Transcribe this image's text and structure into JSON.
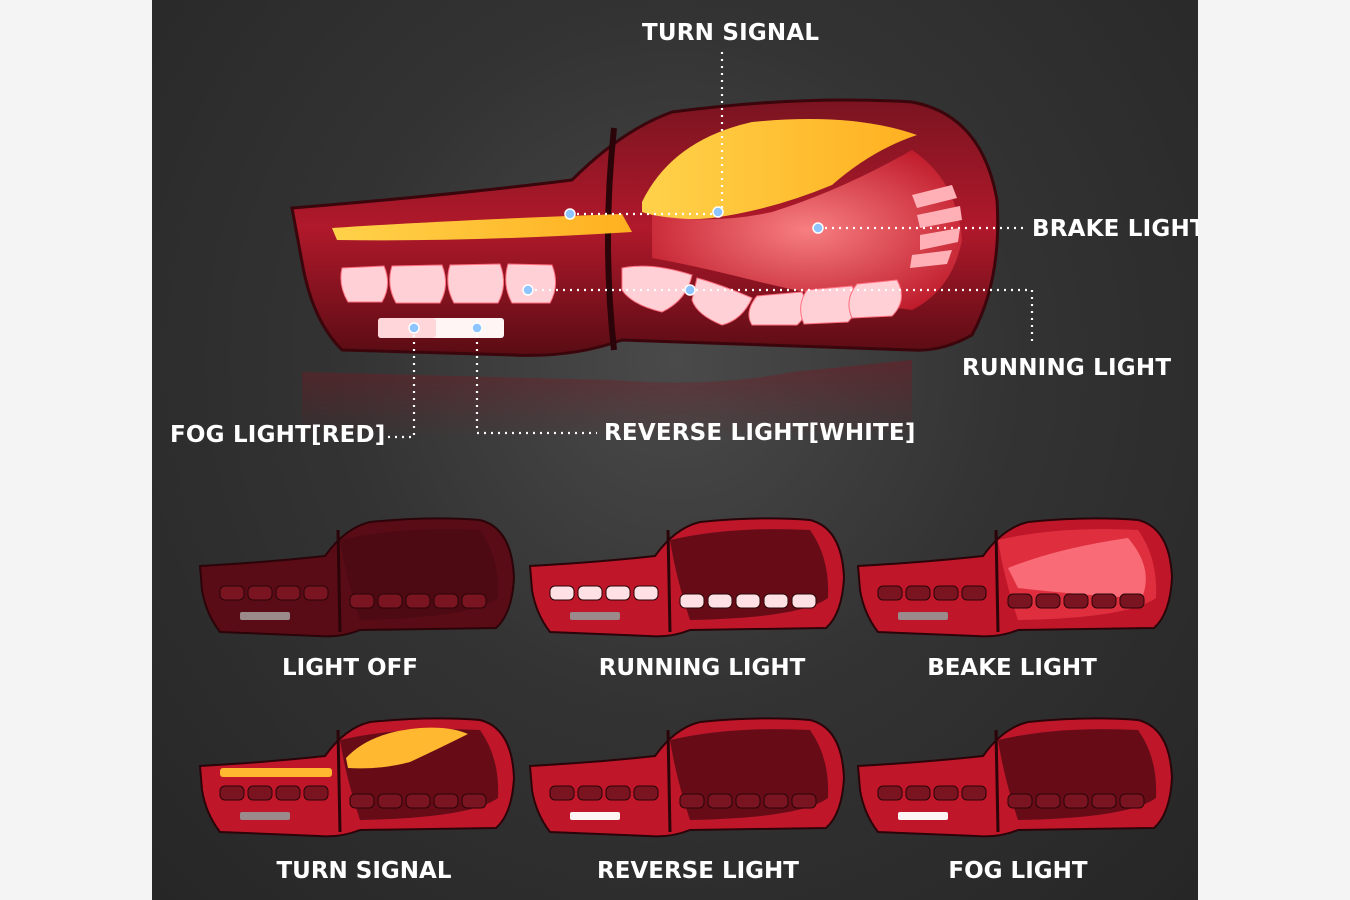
{
  "callouts": {
    "turn_signal": "TURN SIGNAL",
    "brake_light": "BRAKE LIGHT",
    "running_light": "RUNNING LIGHT",
    "fog_light": "FOG LIGHT[RED]",
    "reverse_light": "REVERSE LIGHT[WHITE]"
  },
  "modes": [
    {
      "label": "LIGHT OFF",
      "state": "off"
    },
    {
      "label": "RUNNING LIGHT",
      "state": "running"
    },
    {
      "label": "BEAKE LIGHT",
      "state": "brake"
    },
    {
      "label": "TURN SIGNAL",
      "state": "turn"
    },
    {
      "label": "REVERSE LIGHT",
      "state": "reverse"
    },
    {
      "label": "FOG LIGHT",
      "state": "fog"
    }
  ],
  "colors": {
    "lamp_red": "#c0162a",
    "lamp_dark": "#4a0a12",
    "amber": "#ffb830",
    "glow_white": "#ffe0e4",
    "dot_blue": "#8ec4ff"
  }
}
